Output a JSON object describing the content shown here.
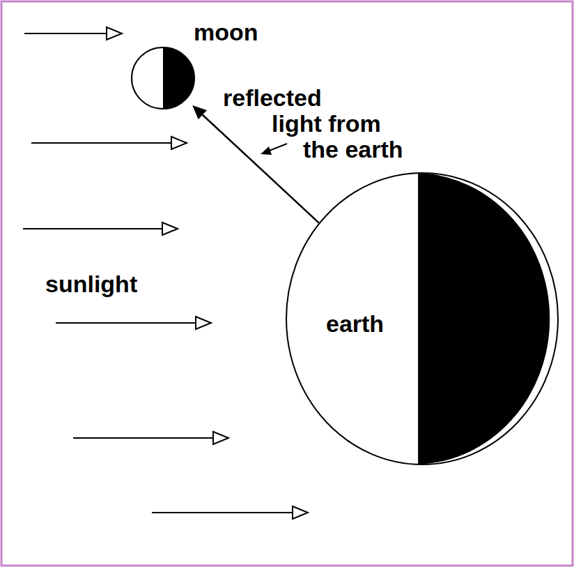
{
  "diagram": {
    "nodes": [
      {
        "text": [
          "moon"
        ]
      },
      {
        "text": [
          "earth"
        ]
      }
    ],
    "edges": [
      {
        "from": 1,
        "to": 0,
        "arrow": "to",
        "label": "reflected light from the earth"
      }
    ],
    "labels": [
      "sunlight"
    ]
  }
}
